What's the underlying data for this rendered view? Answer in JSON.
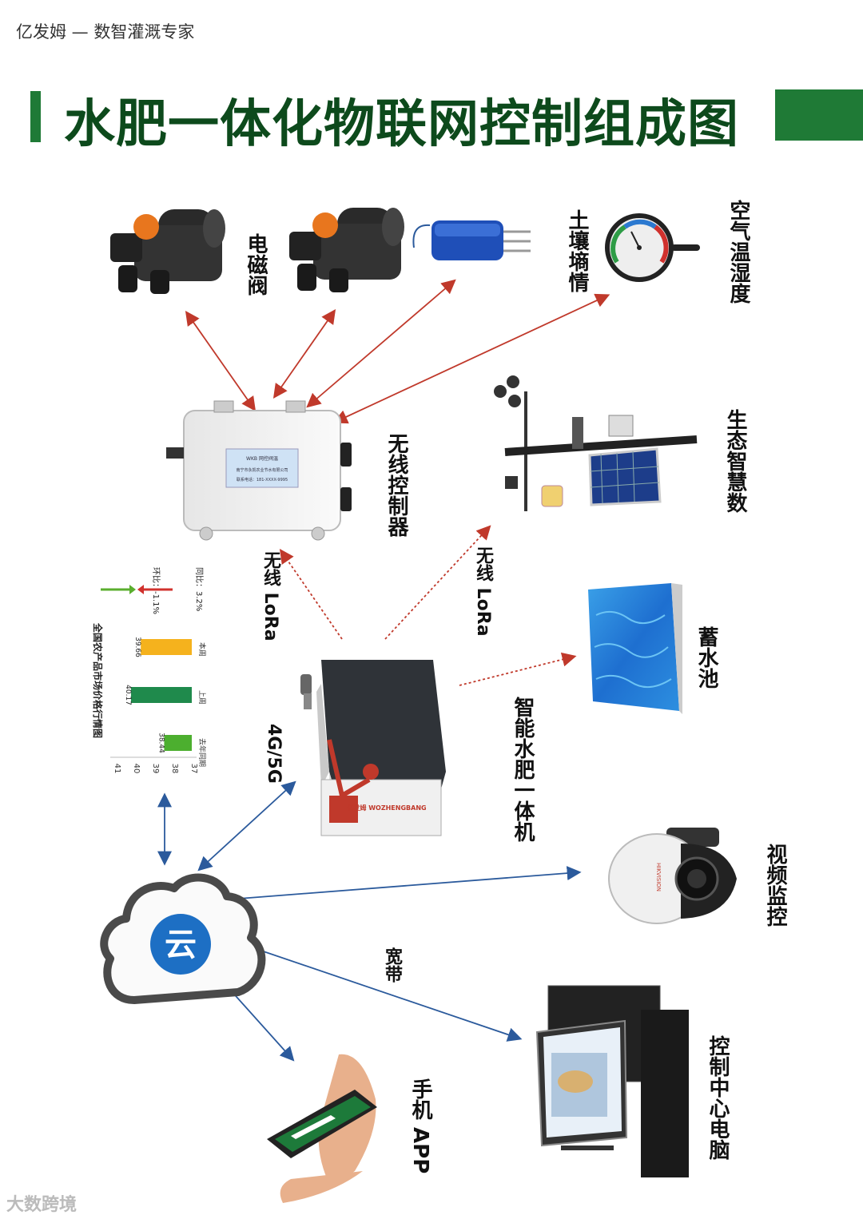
{
  "header": {
    "brand": "亿发姆 — 数智灌溉专家"
  },
  "title": "水肥一体化物联网控制组成图",
  "labels": {
    "valve": "电磁阀",
    "soil": "土壤墒情",
    "air": "空气温湿度",
    "controller": "无线控制器",
    "eco": "生态智慧数",
    "lora_left": "无线 LoRa",
    "lora_right": "无线 LoRa",
    "pool": "蓄水池",
    "machine": "智能水肥一体机",
    "net4g": "4G/5G",
    "camera": "视频监控",
    "cloud": "云",
    "broadband": "宽带",
    "pc": "控制中心电脑",
    "app": "手机 APP"
  },
  "controller_box": {
    "line1": "WKB 网控阀温",
    "line2": "南宁市永凯农业节水有限公司",
    "line3": "联系电话：181-XXXX-9995"
  },
  "machine_brand": "亿发姆 WOZHENGBANG",
  "chart_data": {
    "type": "bar",
    "title": "全国农产品市场价格行情图",
    "categories": [
      "去年同期",
      "上周",
      "本周"
    ],
    "values": [
      38.44,
      40.17,
      39.66
    ],
    "value_labels": [
      "38.44",
      "40.17",
      "39.66"
    ],
    "colors": [
      "#4caf2f",
      "#1f8a4c",
      "#f5b21d"
    ],
    "ylim": [
      37,
      41
    ],
    "yticks": [
      "37",
      "38",
      "39",
      "40",
      "41"
    ],
    "annotations": [
      {
        "label": "环比：-1.1%",
        "arrow_color": "#5aae2e"
      },
      {
        "label": "同比：3.2%",
        "arrow_color": "#d0312d"
      }
    ]
  },
  "watermark": "大数跨境",
  "colors": {
    "accent": "#1f7a36",
    "title": "#0d4a1c",
    "arrow_red": "#c0392b",
    "arrow_blue": "#2b5a9c"
  }
}
